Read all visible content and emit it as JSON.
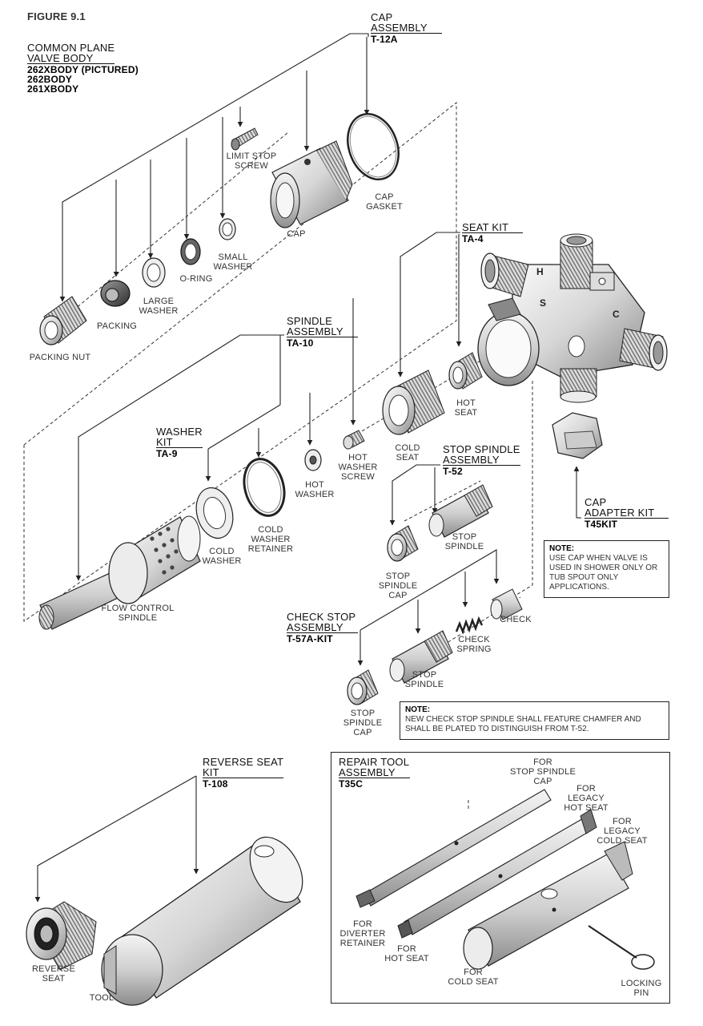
{
  "figure": "FIGURE 9.1",
  "valve_body": {
    "heading_lines": [
      "COMMON PLANE",
      "VALVE BODY"
    ],
    "codes": [
      "262XBODY (PICTURED)",
      "262BODY",
      "261XBODY"
    ]
  },
  "cap_assembly": {
    "heading_lines": [
      "CAP",
      "ASSEMBLY"
    ],
    "code": "T-12A"
  },
  "seat_kit": {
    "heading_lines": [
      "SEAT KIT"
    ],
    "code": "TA-4"
  },
  "spindle_assembly": {
    "heading_lines": [
      "SPINDLE",
      "ASSEMBLY"
    ],
    "code": "TA-10"
  },
  "washer_kit": {
    "heading_lines": [
      "WASHER",
      "KIT"
    ],
    "code": "TA-9"
  },
  "stop_spindle_assembly": {
    "heading_lines": [
      "STOP SPINDLE",
      "ASSEMBLY"
    ],
    "code": "T-52"
  },
  "check_stop_assembly": {
    "heading_lines": [
      "CHECK STOP",
      "ASSEMBLY"
    ],
    "code": "T-57A-KIT"
  },
  "cap_adapter_kit": {
    "heading_lines": [
      "CAP",
      "ADAPTER KIT"
    ],
    "code": "T45KIT"
  },
  "reverse_seat_kit": {
    "heading_lines": [
      "REVERSE SEAT",
      "KIT"
    ],
    "code": "T-108"
  },
  "repair_tool": {
    "heading_lines": [
      "REPAIR TOOL",
      "ASSEMBLY"
    ],
    "code": "T35C"
  },
  "parts": {
    "limit_stop_screw": [
      "LIMIT STOP",
      "SCREW"
    ],
    "cap_gasket": [
      "CAP",
      "GASKET"
    ],
    "cap": [
      "CAP"
    ],
    "small_washer": [
      "SMALL",
      "WASHER"
    ],
    "o_ring": [
      "O-RING"
    ],
    "large_washer": [
      "LARGE",
      "WASHER"
    ],
    "packing": [
      "PACKING"
    ],
    "packing_nut": [
      "PACKING NUT"
    ],
    "hot_seat": [
      "HOT",
      "SEAT"
    ],
    "cold_seat": [
      "COLD",
      "SEAT"
    ],
    "hot_washer_screw": [
      "HOT",
      "WASHER",
      "SCREW"
    ],
    "hot_washer": [
      "HOT",
      "WASHER"
    ],
    "cold_washer_retainer": [
      "COLD",
      "WASHER",
      "RETAINER"
    ],
    "cold_washer": [
      "COLD",
      "WASHER"
    ],
    "flow_control_spindle": [
      "FLOW CONTROL",
      "SPINDLE"
    ],
    "stop_spindle": [
      "STOP",
      "SPINDLE"
    ],
    "stop_spindle_cap": [
      "STOP",
      "SPINDLE",
      "CAP"
    ],
    "check": [
      "CHECK"
    ],
    "check_spring": [
      "CHECK",
      "SPRING"
    ],
    "check_stop_spindle": [
      "STOP",
      "SPINDLE"
    ],
    "check_stop_spindle_cap": [
      "STOP",
      "SPINDLE",
      "CAP"
    ],
    "reverse_seat": [
      "REVERSE",
      "SEAT"
    ],
    "tool": [
      "TOOL"
    ],
    "for_stop_spindle_cap": [
      "FOR",
      "STOP SPINDLE",
      "CAP"
    ],
    "for_legacy_hot_seat": [
      "FOR",
      "LEGACY",
      "HOT SEAT"
    ],
    "for_legacy_cold_seat": [
      "FOR",
      "LEGACY",
      "COLD SEAT"
    ],
    "for_diverter_retainer": [
      "FOR",
      "DIVERTER",
      "RETAINER"
    ],
    "for_hot_seat": [
      "FOR",
      "HOT SEAT"
    ],
    "for_cold_seat": [
      "FOR",
      "COLD SEAT"
    ],
    "locking_pin": [
      "LOCKING",
      "PIN"
    ]
  },
  "body_markings": {
    "h": "H",
    "s": "S",
    "c": "C"
  },
  "notes": {
    "cap_note": {
      "title": "NOTE:",
      "text": "USE CAP WHEN VALVE IS USED IN SHOWER ONLY OR TUB SPOUT ONLY APPLICATIONS."
    },
    "check_note": {
      "title": "NOTE:",
      "text": "NEW CHECK STOP SPINDLE SHALL FEATURE CHAMFER AND SHALL BE PLATED TO DISTINGUISH FROM T-52."
    }
  }
}
